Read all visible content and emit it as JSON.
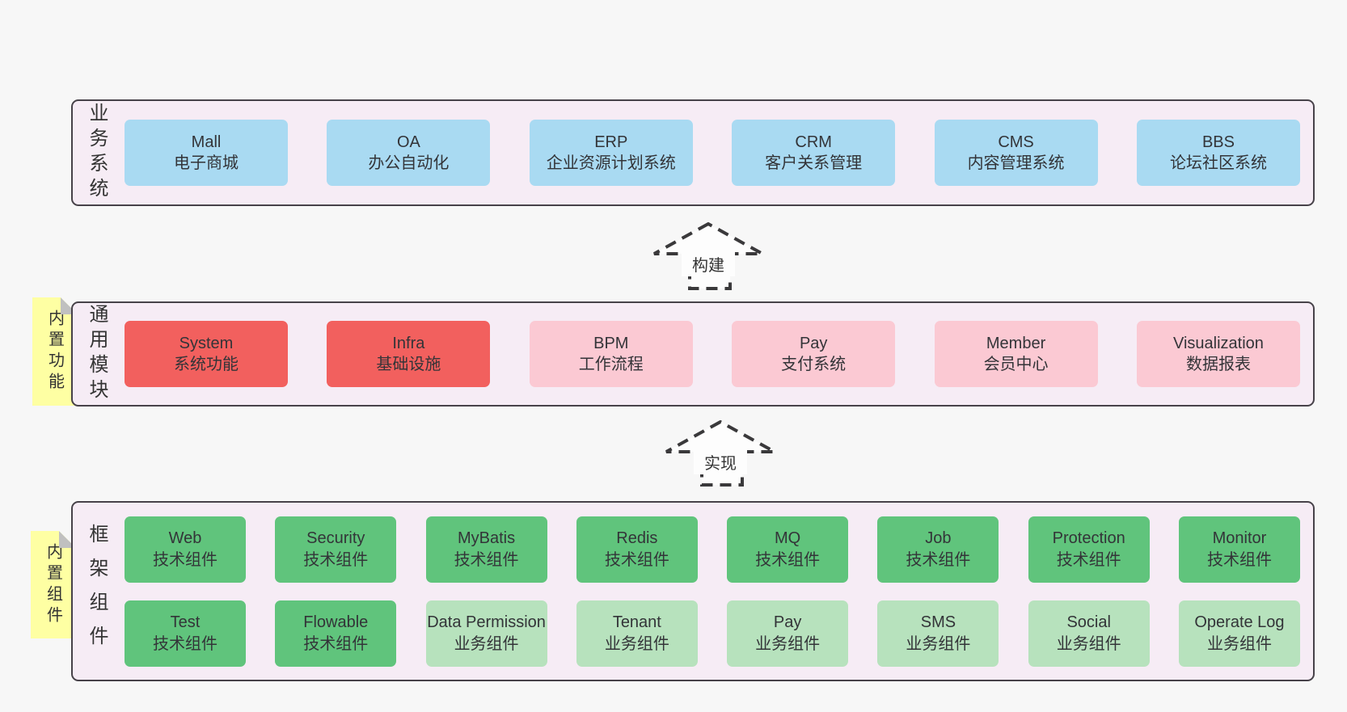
{
  "palette": {
    "page_bg": "#f7f7f7",
    "container_bg": "#f6ecf5",
    "container_border": "#474249",
    "business_box": "#a9daf2",
    "core_module_box": "#f2605e",
    "optional_module_box": "#fbc9d3",
    "tech_component_box": "#60c47c",
    "biz_component_box": "#b7e2bd",
    "sticky_note": "#feffa3",
    "note_fold": "#c0c0c0",
    "text": "#333438"
  },
  "layers": [
    {
      "label": "业务系统",
      "boxes": [
        {
          "name": "Mall",
          "desc": "电子商城"
        },
        {
          "name": "OA",
          "desc": "办公自动化"
        },
        {
          "name": "ERP",
          "desc": "企业资源计划系统"
        },
        {
          "name": "CRM",
          "desc": "客户关系管理"
        },
        {
          "name": "CMS",
          "desc": "内容管理系统"
        },
        {
          "name": "BBS",
          "desc": "论坛社区系统"
        }
      ]
    },
    {
      "label": "通用模块",
      "note": "内置功能",
      "boxes": [
        {
          "name": "System",
          "desc": "系统功能"
        },
        {
          "name": "Infra",
          "desc": "基础设施"
        },
        {
          "name": "BPM",
          "desc": "工作流程"
        },
        {
          "name": "Pay",
          "desc": "支付系统"
        },
        {
          "name": "Member",
          "desc": "会员中心"
        },
        {
          "name": "Visualization",
          "desc": "数据报表"
        }
      ]
    },
    {
      "label": "框架组件",
      "note": "内置组件",
      "rows": [
        [
          {
            "name": "Web",
            "desc": "技术组件"
          },
          {
            "name": "Security",
            "desc": "技术组件"
          },
          {
            "name": "MyBatis",
            "desc": "技术组件"
          },
          {
            "name": "Redis",
            "desc": "技术组件"
          },
          {
            "name": "MQ",
            "desc": "技术组件"
          },
          {
            "name": "Job",
            "desc": "技术组件"
          },
          {
            "name": "Protection",
            "desc": "技术组件"
          },
          {
            "name": "Monitor",
            "desc": "技术组件"
          }
        ],
        [
          {
            "name": "Test",
            "desc": "技术组件"
          },
          {
            "name": "Flowable",
            "desc": "技术组件"
          },
          {
            "name": "Data Permission",
            "desc": "业务组件"
          },
          {
            "name": "Tenant",
            "desc": "业务组件"
          },
          {
            "name": "Pay",
            "desc": "业务组件"
          },
          {
            "name": "SMS",
            "desc": "业务组件"
          },
          {
            "name": "Social",
            "desc": "业务组件"
          },
          {
            "name": "Operate Log",
            "desc": "业务组件"
          }
        ]
      ]
    }
  ],
  "arrows": [
    {
      "label": "构建"
    },
    {
      "label": "实现"
    }
  ]
}
